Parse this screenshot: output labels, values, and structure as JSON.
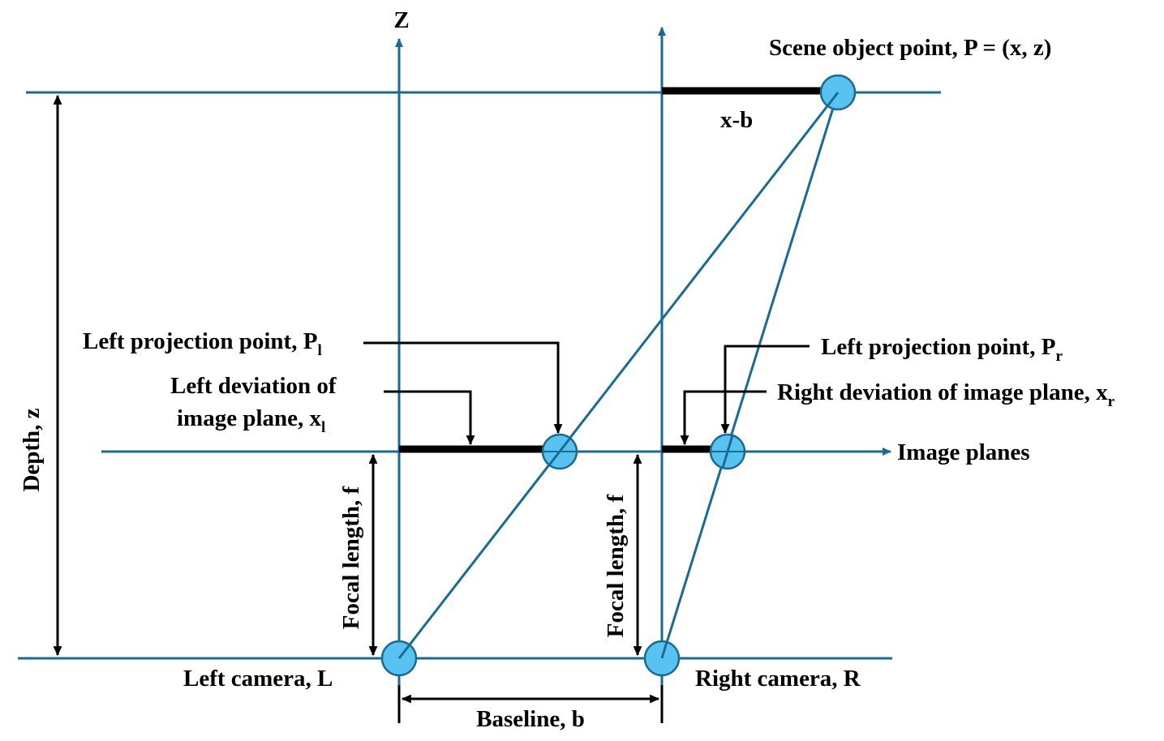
{
  "diagram": {
    "colors": {
      "line": "#1a6a93",
      "circle_fill": "#58c2f0",
      "circle_stroke": "#1a6a93",
      "segment": "#000000",
      "text": "#000000"
    },
    "labels": {
      "z_axis": "Z",
      "scene_point": "Scene object point, P = (x, z)",
      "x_minus_b": "x-b",
      "depth": "Depth, z",
      "left_projection_main": "Left projection point, P",
      "left_projection_sub": "l",
      "left_deviation_line1": "Left deviation of",
      "left_deviation_line2": "image  plane, x",
      "left_deviation_sub": "l",
      "right_projection_main": "Left projection point, P",
      "right_projection_sub": "r",
      "right_deviation_main": "Right deviation of image plane, x",
      "right_deviation_sub": "r",
      "image_planes": "Image planes",
      "focal_left": "Focal length, f",
      "focal_right": "Focal length, f",
      "left_camera": "Left camera, L",
      "right_camera": "Right camera, R",
      "baseline": "Baseline, b"
    }
  }
}
